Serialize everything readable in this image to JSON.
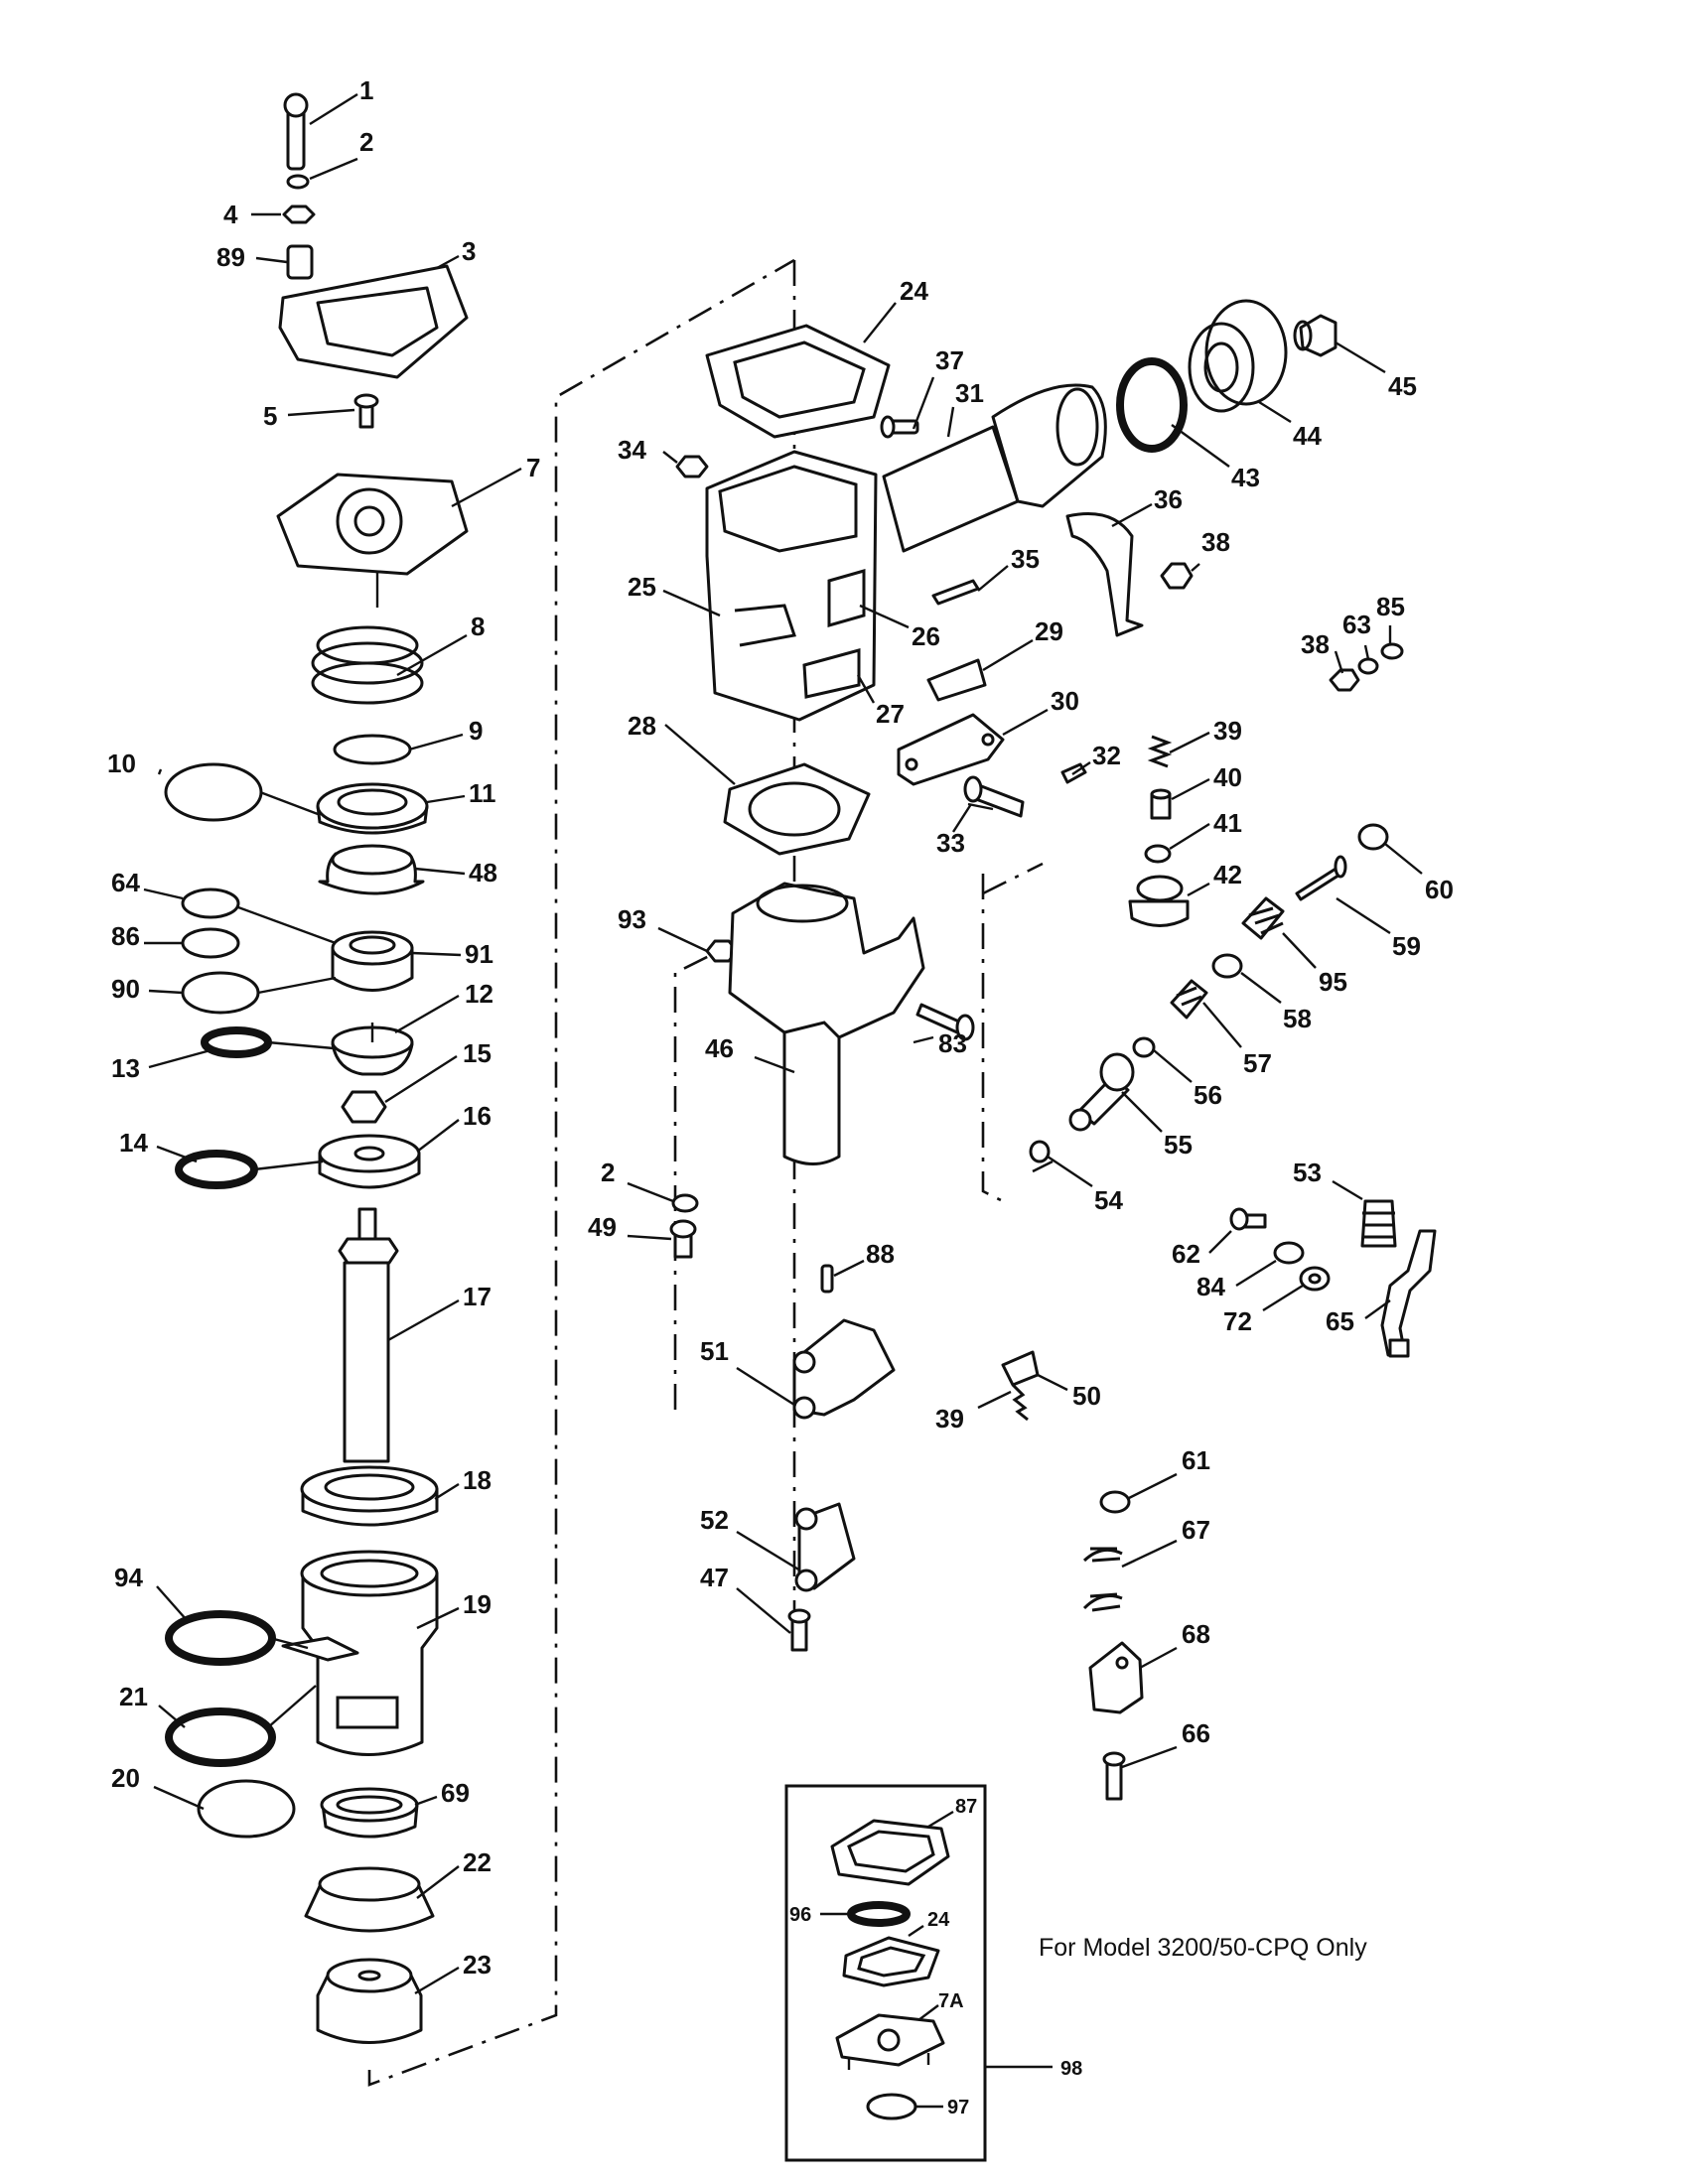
{
  "inset": {
    "note": "For Model 3200/50-CPQ Only",
    "callout": "98"
  },
  "labels": [
    {
      "id": "l1",
      "text": "1"
    },
    {
      "id": "l2a",
      "text": "2"
    },
    {
      "id": "l4",
      "text": "4"
    },
    {
      "id": "l89",
      "text": "89"
    },
    {
      "id": "l3",
      "text": "3"
    },
    {
      "id": "l5",
      "text": "5"
    },
    {
      "id": "l7",
      "text": "7"
    },
    {
      "id": "l8",
      "text": "8"
    },
    {
      "id": "l9",
      "text": "9"
    },
    {
      "id": "l10",
      "text": "10"
    },
    {
      "id": "l11",
      "text": "11"
    },
    {
      "id": "l48",
      "text": "48"
    },
    {
      "id": "l64",
      "text": "64"
    },
    {
      "id": "l86",
      "text": "86"
    },
    {
      "id": "l91",
      "text": "91"
    },
    {
      "id": "l90",
      "text": "90"
    },
    {
      "id": "l12",
      "text": "12"
    },
    {
      "id": "l13",
      "text": "13"
    },
    {
      "id": "l15",
      "text": "15"
    },
    {
      "id": "l16",
      "text": "16"
    },
    {
      "id": "l14",
      "text": "14"
    },
    {
      "id": "l17",
      "text": "17"
    },
    {
      "id": "l18",
      "text": "18"
    },
    {
      "id": "l94",
      "text": "94"
    },
    {
      "id": "l19",
      "text": "19"
    },
    {
      "id": "l21",
      "text": "21"
    },
    {
      "id": "l20",
      "text": "20"
    },
    {
      "id": "l69",
      "text": "69"
    },
    {
      "id": "l22",
      "text": "22"
    },
    {
      "id": "l23",
      "text": "23"
    },
    {
      "id": "l24",
      "text": "24"
    },
    {
      "id": "l37",
      "text": "37"
    },
    {
      "id": "l31",
      "text": "31"
    },
    {
      "id": "l34",
      "text": "34"
    },
    {
      "id": "l25",
      "text": "25"
    },
    {
      "id": "l26",
      "text": "26"
    },
    {
      "id": "l27",
      "text": "27"
    },
    {
      "id": "l35",
      "text": "35"
    },
    {
      "id": "l29",
      "text": "29"
    },
    {
      "id": "l30",
      "text": "30"
    },
    {
      "id": "l28",
      "text": "28"
    },
    {
      "id": "l33",
      "text": "33"
    },
    {
      "id": "l32",
      "text": "32"
    },
    {
      "id": "l36",
      "text": "36"
    },
    {
      "id": "l38a",
      "text": "38"
    },
    {
      "id": "l43",
      "text": "43"
    },
    {
      "id": "l44",
      "text": "44"
    },
    {
      "id": "l45",
      "text": "45"
    },
    {
      "id": "l63",
      "text": "63"
    },
    {
      "id": "l85",
      "text": "85"
    },
    {
      "id": "l38b",
      "text": "38"
    },
    {
      "id": "l39a",
      "text": "39"
    },
    {
      "id": "l40",
      "text": "40"
    },
    {
      "id": "l41",
      "text": "41"
    },
    {
      "id": "l42",
      "text": "42"
    },
    {
      "id": "l60",
      "text": "60"
    },
    {
      "id": "l59",
      "text": "59"
    },
    {
      "id": "l95",
      "text": "95"
    },
    {
      "id": "l58",
      "text": "58"
    },
    {
      "id": "l57",
      "text": "57"
    },
    {
      "id": "l56",
      "text": "56"
    },
    {
      "id": "l55",
      "text": "55"
    },
    {
      "id": "l54",
      "text": "54"
    },
    {
      "id": "l93",
      "text": "93"
    },
    {
      "id": "l46",
      "text": "46"
    },
    {
      "id": "l83",
      "text": "83"
    },
    {
      "id": "l2b",
      "text": "2"
    },
    {
      "id": "l49",
      "text": "49"
    },
    {
      "id": "l88",
      "text": "88"
    },
    {
      "id": "l51",
      "text": "51"
    },
    {
      "id": "l39b",
      "text": "39"
    },
    {
      "id": "l50",
      "text": "50"
    },
    {
      "id": "l52",
      "text": "52"
    },
    {
      "id": "l47",
      "text": "47"
    },
    {
      "id": "l53",
      "text": "53"
    },
    {
      "id": "l62",
      "text": "62"
    },
    {
      "id": "l84",
      "text": "84"
    },
    {
      "id": "l72",
      "text": "72"
    },
    {
      "id": "l65",
      "text": "65"
    },
    {
      "id": "l61",
      "text": "61"
    },
    {
      "id": "l67",
      "text": "67"
    },
    {
      "id": "l68",
      "text": "68"
    },
    {
      "id": "l66",
      "text": "66"
    },
    {
      "id": "l87",
      "text": "87"
    },
    {
      "id": "l96",
      "text": "96"
    },
    {
      "id": "l24b",
      "text": "24"
    },
    {
      "id": "l7a",
      "text": "7A"
    },
    {
      "id": "l97",
      "text": "97"
    }
  ]
}
